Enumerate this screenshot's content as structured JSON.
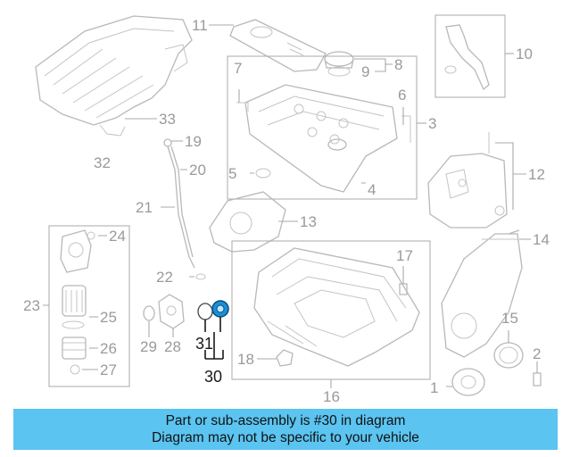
{
  "diagram": {
    "callouts": [
      "1",
      "2",
      "3",
      "4",
      "5",
      "6",
      "7",
      "8",
      "9",
      "10",
      "11",
      "12",
      "13",
      "14",
      "15",
      "16",
      "17",
      "18",
      "19",
      "20",
      "21",
      "22",
      "23",
      "24",
      "25",
      "26",
      "27",
      "28",
      "29",
      "31"
    ],
    "highlighted_callout": "30",
    "highlight_color": "#1a8fd6"
  },
  "banner": {
    "line1": "Part or sub-assembly is #30 in diagram",
    "line2": "Diagram may not be specific to your vehicle",
    "background": "#5bc4f1"
  }
}
